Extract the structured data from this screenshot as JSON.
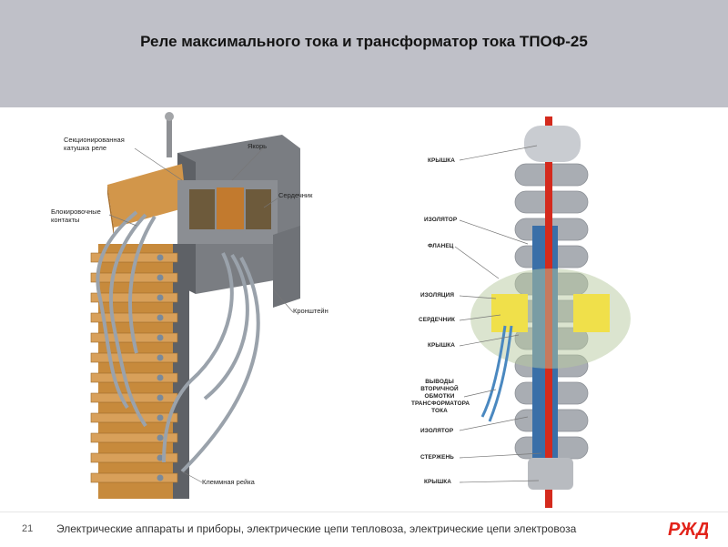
{
  "slide": {
    "title": "Реле максимального тока и трансформатор тока ТПОФ-25"
  },
  "relay": {
    "labels": {
      "coil": "Секционированная катушка реле",
      "armature": "Якорь",
      "core": "Сердечник",
      "contacts": "Блокировочные контакты",
      "bracket": "Кронштейн",
      "terminal": "Клеммная рейка"
    }
  },
  "transformer": {
    "labels": {
      "cover_top": "КРЫШКА",
      "insulator_top": "ИЗОЛЯТОР",
      "flange": "ФЛАНЕЦ",
      "insulation": "ИЗОЛЯЦИЯ",
      "core": "СЕРДЕЧНИК",
      "cover_mid": "КРЫШКА",
      "leads": "ВЫВОДЫ ВТОРИЧНОЙ ОБМОТКИ ТРАНСФОРМАТОРА ТОКА",
      "insulator_bottom": "ИЗОЛЯТОР",
      "rod": "СТЕРЖЕНЬ",
      "cover_bottom": "КРЫШКА"
    }
  },
  "footer": {
    "page_number": "21",
    "text": "Электрические аппараты и приборы, электрические цепи тепловоза, электрические цепи электровоза",
    "logo_icon": "rzd-logo-icon",
    "logo_color": "#e2231a"
  },
  "colors": {
    "header_bg": "#bfc0c8",
    "accent_red": "#e2231a",
    "insulator_grey": "#a9adb3",
    "core_blue": "#3a6fa8",
    "insulation_yellow": "#f0e04a",
    "wood": "#c98a3a"
  }
}
